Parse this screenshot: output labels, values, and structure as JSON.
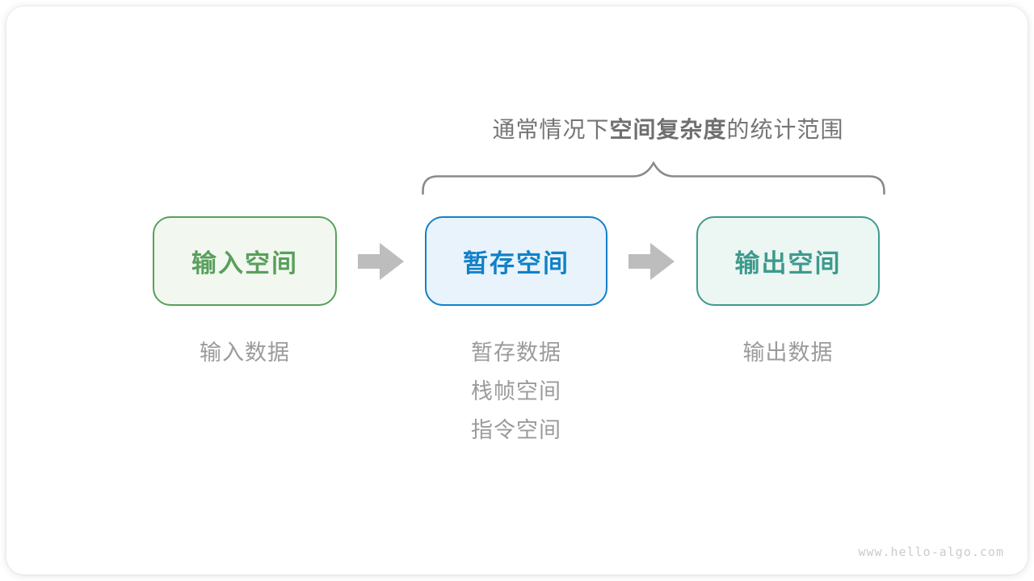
{
  "title": {
    "prefix": "通常情况下",
    "bold": "空间复杂度",
    "suffix": "的统计范围"
  },
  "boxes": [
    {
      "id": "input-space",
      "label": "输入空间",
      "theme": "green"
    },
    {
      "id": "temp-space",
      "label": "暂存空间",
      "theme": "blue"
    },
    {
      "id": "output-space",
      "label": "输出空间",
      "theme": "teal"
    }
  ],
  "notes": {
    "input": [
      "输入数据"
    ],
    "temp": [
      "暂存数据",
      "栈帧空间",
      "指令空间"
    ],
    "output": [
      "输出数据"
    ]
  },
  "watermark": "www.hello-algo.com",
  "colors": {
    "green_accent": "#58a05c",
    "green_fill": "#f2f8f0",
    "blue_accent": "#1181c8",
    "blue_fill": "#e8f3fb",
    "teal_accent": "#3d9a8d",
    "teal_fill": "#ecf6f2",
    "arrow": "#bdbdbd",
    "brace": "#8a8a8a",
    "title_text": "#757575",
    "note_text": "#9b9b9b",
    "watermark_text": "#cbcbcb",
    "card_background": "#ffffff"
  }
}
